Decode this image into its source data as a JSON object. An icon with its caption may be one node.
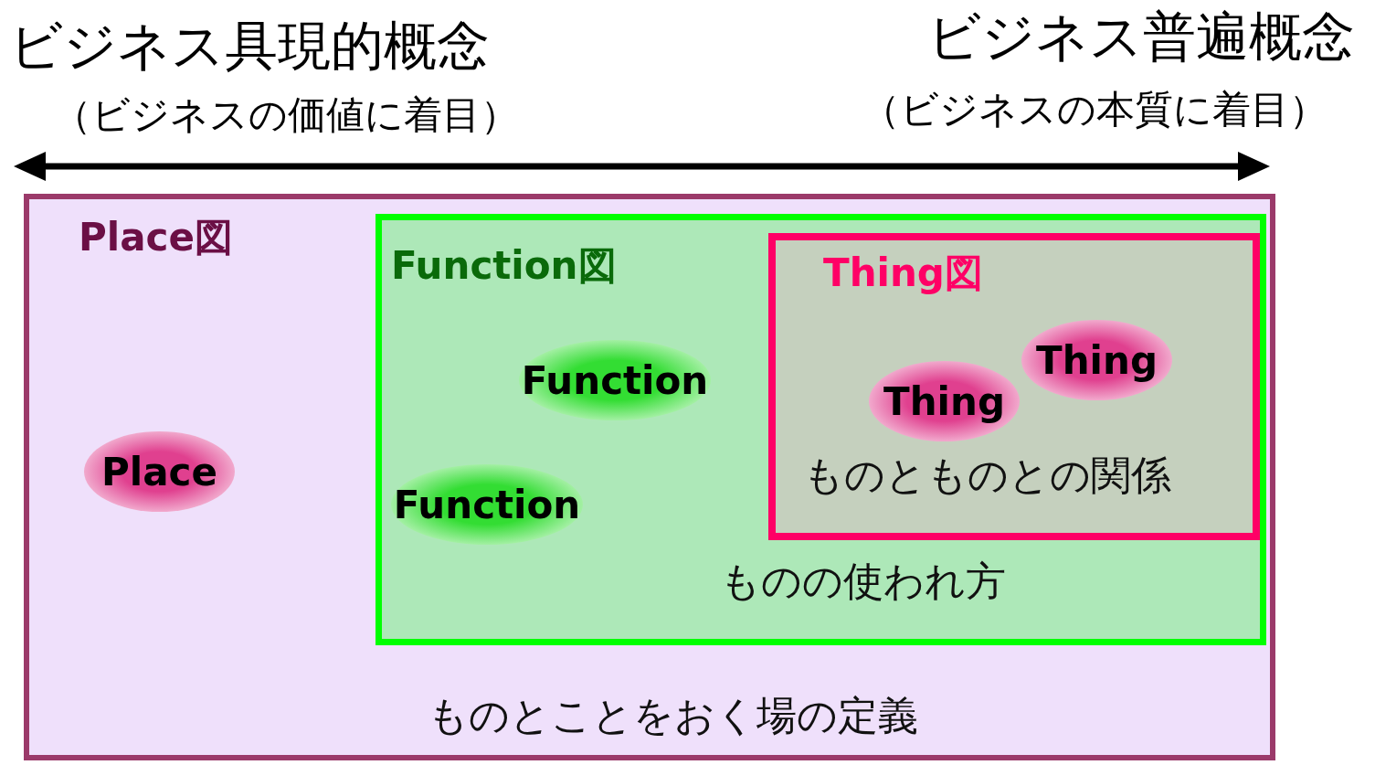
{
  "diagram": {
    "nodes": [
      {
        "text": [
          "Place図",
          "ものとことをおく場の定義"
        ]
      },
      {
        "text": [
          "Function図",
          "ものの使われ方"
        ],
        "in": 0
      },
      {
        "text": [
          "Thing図",
          "ものとものとの関係"
        ],
        "in": 1
      },
      {
        "text": [
          "Thing"
        ],
        "in": 2
      },
      {
        "text": [
          "Thing"
        ],
        "in": 2
      },
      {
        "text": [
          "Function"
        ],
        "in": 1
      },
      {
        "text": [
          "Function"
        ],
        "in": 1
      },
      {
        "text": [
          "Place"
        ],
        "in": 0
      }
    ],
    "edges": [],
    "labels": [
      "ビジネス具現的概念",
      "（ビジネスの価値に着目）",
      "ビジネス普遍概念",
      "（ビジネスの本質に着目）"
    ]
  }
}
